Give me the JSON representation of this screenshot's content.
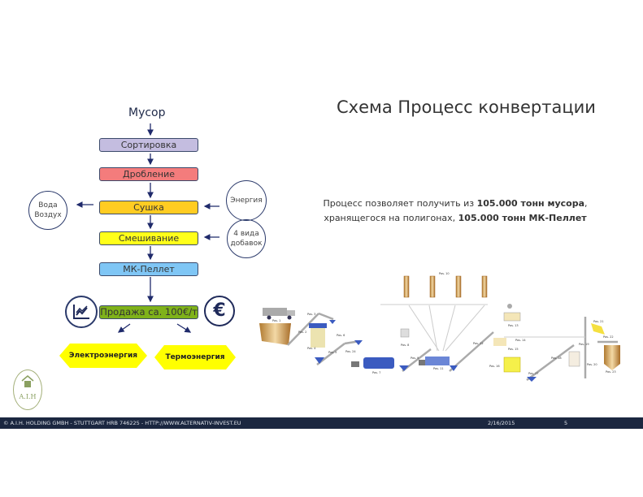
{
  "title": "Схема Процесс конвертации",
  "flow": {
    "input": "Мусор",
    "steps": [
      {
        "label": "Сортировка",
        "color": "#c4bde0"
      },
      {
        "label": "Дробление",
        "color": "#f47c7c"
      },
      {
        "label": "Сушка",
        "color": "#ffcc22"
      },
      {
        "label": "Смешивание",
        "color": "#ffff1a"
      },
      {
        "label": "МК-Пеллет",
        "color": "#7fc6f5"
      },
      {
        "label": "Продажа са. 100€/т",
        "color": "#7fb21a"
      }
    ],
    "out_circle": {
      "line1": "Вода",
      "line2": "Воздух"
    },
    "in_circles": [
      {
        "line1": "Энергия",
        "line2": ""
      },
      {
        "line1": "4 вида",
        "line2": "добавок"
      }
    ],
    "euro_symbol": "€",
    "outputs": [
      "Электроэнергия",
      "Термоэнергия"
    ]
  },
  "description": {
    "part1": "Процесс позволяет получить из ",
    "bold1": "105.000 тонн мусора",
    "part2": ",",
    "part3": "хранящегося на полигонах, ",
    "bold2": "105.000 тонн МК-Пеллет"
  },
  "plant_labels": [
    "Pos. 1",
    "Pos. 2",
    "Pos. 3",
    "Pos. 4",
    "Pos. 5",
    "Pos. 6",
    "Pos. 7",
    "Pos. 8",
    "Pos. 9",
    "Pos. 10",
    "Pos. 11",
    "Pos. 12",
    "Pos. 13",
    "Pos. 14",
    "Pos. 15",
    "Pos. 16",
    "Pos. 17",
    "Pos. 18",
    "Pos. 19",
    "Pos. 20",
    "Pos. 21",
    "Pos. 22",
    "Pos. 23",
    "Pos. 24"
  ],
  "logo_text": "A.I.H",
  "footer": {
    "copyright": "© A.I.H. HOLDING GMBH - STUTTGART HRB 746225 - HTTP://WWW.ALTERNATIV-INVEST.EU",
    "date": "2/16/2015",
    "page": "5"
  }
}
